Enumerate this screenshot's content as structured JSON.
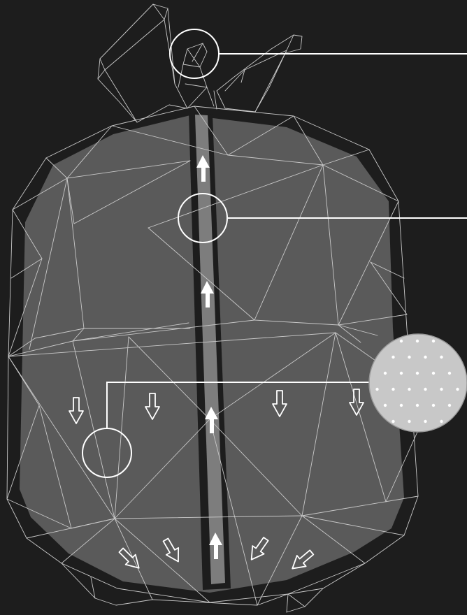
{
  "colors": {
    "background": "#1d1d1d",
    "body_fill": "#5a5a5a",
    "body_shadow": "#1d1d1d",
    "spine_fill": "#7d7d7d",
    "wireframe": "#c9c9c9",
    "annotation": "#ffffff",
    "texture_swatch": "#c8c8c8",
    "texture_dots": "#ffffff"
  },
  "callouts": [
    {
      "id": "stem-detail",
      "label": ""
    },
    {
      "id": "spine-detail",
      "label": ""
    },
    {
      "id": "surface-detail",
      "label": ""
    }
  ],
  "arrows": {
    "spine_direction": "up",
    "surface_direction": "down",
    "base_direction": "inward"
  },
  "texture_swatch": {
    "pattern": "dots"
  }
}
